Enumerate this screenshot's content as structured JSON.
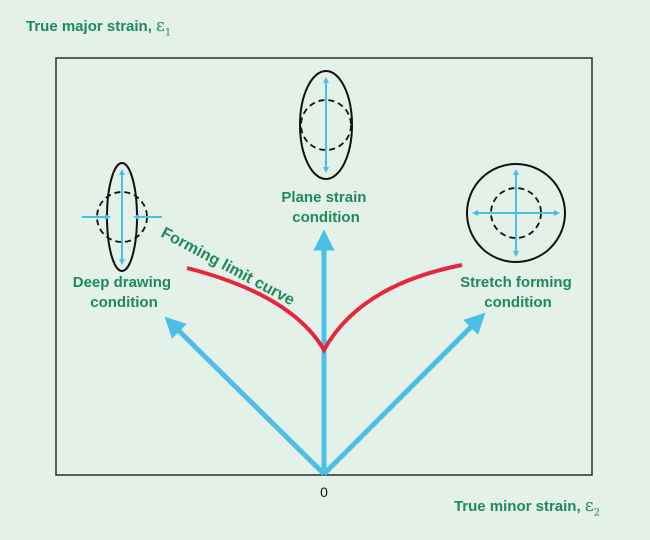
{
  "axes": {
    "y_title": "True major strain,",
    "y_symbol": "ε",
    "y_subscript": "1",
    "x_title": "True minor strain,",
    "x_symbol": "ε",
    "x_subscript": "2",
    "origin_label": "0"
  },
  "conditions": {
    "deep_drawing": [
      "Deep drawing",
      "condition"
    ],
    "plane_strain": [
      "Plane strain",
      "condition"
    ],
    "stretch_forming": [
      "Stretch forming",
      "condition"
    ]
  },
  "curve_label": "Forming limit curve",
  "colors": {
    "background": "#e4f1e8",
    "text": "#1f8a55",
    "arrow": "#4cbfe6",
    "curve": "#e6263f",
    "frame": "#222222"
  }
}
